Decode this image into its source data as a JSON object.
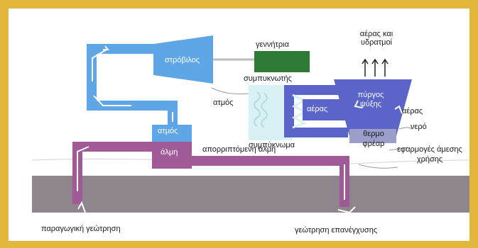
{
  "diagram": {
    "labels": {
      "turbine": "στρόβιλος",
      "generator": "γεννήτρια",
      "condenser": "συμπυκνωτής",
      "steam_small": "ατμός",
      "steam_box": "ατμός",
      "brine_box": "άλμη",
      "rejected_brine": "απορριπτόμενη άλμη",
      "condensate": "συμπύκνωμα",
      "cooling_tower": "πύργος ψύξης",
      "air_inner": "αέρας",
      "air_right": "αέρας",
      "water": "νερό",
      "hot_well": "θερμο φρέαρ",
      "direct_use": "εφαρμογές άμεσης χρήσης",
      "air_vapour_top": "αέρας και υδρατμοί",
      "production_well": "παραγωγική γεώτρηση",
      "reinjection_well": "γεώτρηση επανέγχυσης"
    },
    "colors": {
      "frame": "#e3b73c",
      "steam": "#5fa6e6",
      "brine": "#a05a97",
      "generator": "#2f7a35",
      "tower": "#5b64c8",
      "condenser_light": "#d8f1f5",
      "ground": "#8e868c"
    }
  }
}
